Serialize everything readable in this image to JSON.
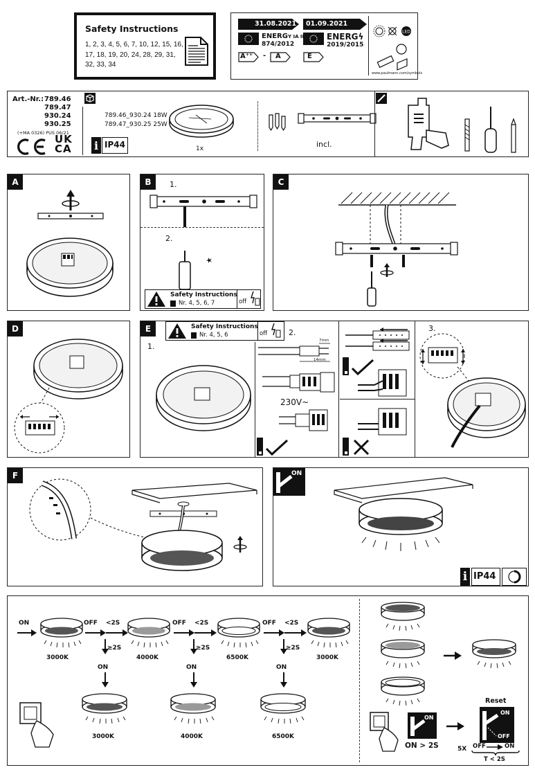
{
  "safety": {
    "title": "Safety Instructions",
    "numbers_line1": "1, 2, 3, 4, 5, 6, 7, 10, 12, 15, 16,",
    "numbers_line2": "17, 18, 19, 20, 24, 28, 29, 31,",
    "numbers_line3": "32, 33, 34"
  },
  "energy": {
    "date1": "31.08.2021",
    "date2": "01.09.2021",
    "reg1": "874/2012",
    "reg2": "2019/2015",
    "class_old_from": "A⁺⁺",
    "class_old_to": "A",
    "class_new": "E",
    "energ_word": "ENERG",
    "url": "www.paulmann.com/symbols"
  },
  "article": {
    "label": "Art.-Nr.:",
    "n1": "789.46",
    "n2": "789.47",
    "n3": "930.24",
    "n4": "930.25",
    "footnote": "(+MA 0326) PUS 06/21",
    "ip": "IP44",
    "variant1": "789.46_930.24 18W",
    "variant2": "789.47_930.25 25W",
    "qty": "1x",
    "included": "incl."
  },
  "steps": {
    "a": "A",
    "b": "B",
    "c": "C",
    "d": "D",
    "e": "E",
    "f": "F",
    "b1": "1.",
    "b2": "2.",
    "e1": "1.",
    "e2": "2.",
    "e3": "3.",
    "strip1": "7mm",
    "strip2": "14mm",
    "voltage": "230V~"
  },
  "warn_b": {
    "title": "Safety Instructions",
    "nr": "Nr. 4, 5, 6, 7",
    "off": "off"
  },
  "warn_e": {
    "title": "Safety Instructions",
    "nr": "Nr. 4, 5, 6",
    "off": "off"
  },
  "on_panel": {
    "on": "ON",
    "ip": "IP44"
  },
  "sequence": {
    "on": "ON",
    "off": "OFF",
    "lt2s": "<2S",
    "ge2s": "≥2S",
    "k3000": "3000K",
    "k4000": "4000K",
    "k6500": "6500K"
  },
  "reset": {
    "title": "Reset",
    "on": "ON",
    "off": "OFF",
    "on_gt": "ON > 2S",
    "times": "5X",
    "t_lt": "T < 2S"
  }
}
